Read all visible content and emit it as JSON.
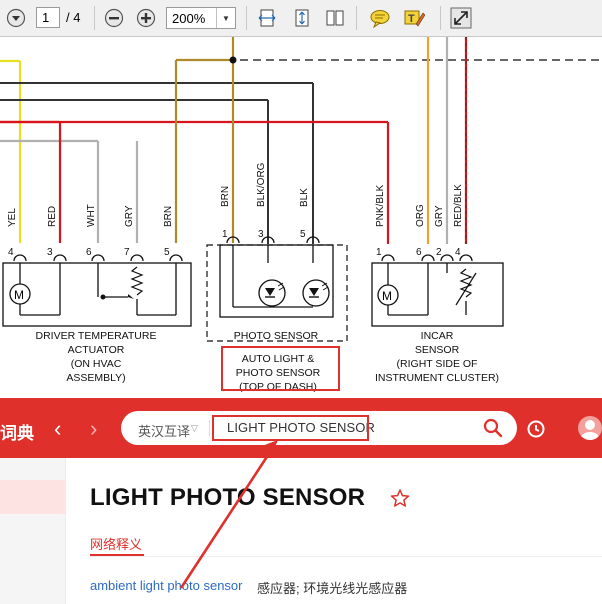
{
  "toolbar": {
    "current_page": "1",
    "total_pages": "/ 4",
    "zoom": "200%"
  },
  "diagram": {
    "wire_labels": [
      "YEL",
      "RED",
      "WHT",
      "GRY",
      "BRN",
      "BRN",
      "BLK/ORG",
      "BLK",
      "PNK/BLK",
      "ORG",
      "GRY",
      "RED/BLK"
    ],
    "pins": [
      "4",
      "3",
      "6",
      "7",
      "5",
      "1",
      "3",
      "5",
      "1",
      "6",
      "2",
      "4"
    ],
    "motor_label_1": "M",
    "motor_label_2": "M",
    "comp_driver": [
      "DRIVER TEMPERATURE",
      "ACTUATOR",
      "(ON HVAC",
      "ASSEMBLY)"
    ],
    "comp_photo": "PHOTO SENSOR",
    "comp_auto_light": [
      "AUTO LIGHT &",
      "PHOTO SENSOR",
      "(TOP OF DASH)"
    ],
    "comp_incar": [
      "INCAR",
      "SENSOR",
      "(RIGHT SIDE OF",
      "INSTRUMENT CLUSTER)"
    ]
  },
  "dict": {
    "logo": "词典",
    "lang_select": "英汉互译",
    "search_value": "LIGHT PHOTO SENSOR",
    "word": "LIGHT PHOTO SENSOR",
    "tab_web": "网络释义",
    "def_term": "ambient light photo sensor",
    "def_text": "感应器; 环境光线光感应器"
  },
  "colors": {
    "header_red": "#e0302c",
    "link_blue": "#2d6bc4"
  }
}
